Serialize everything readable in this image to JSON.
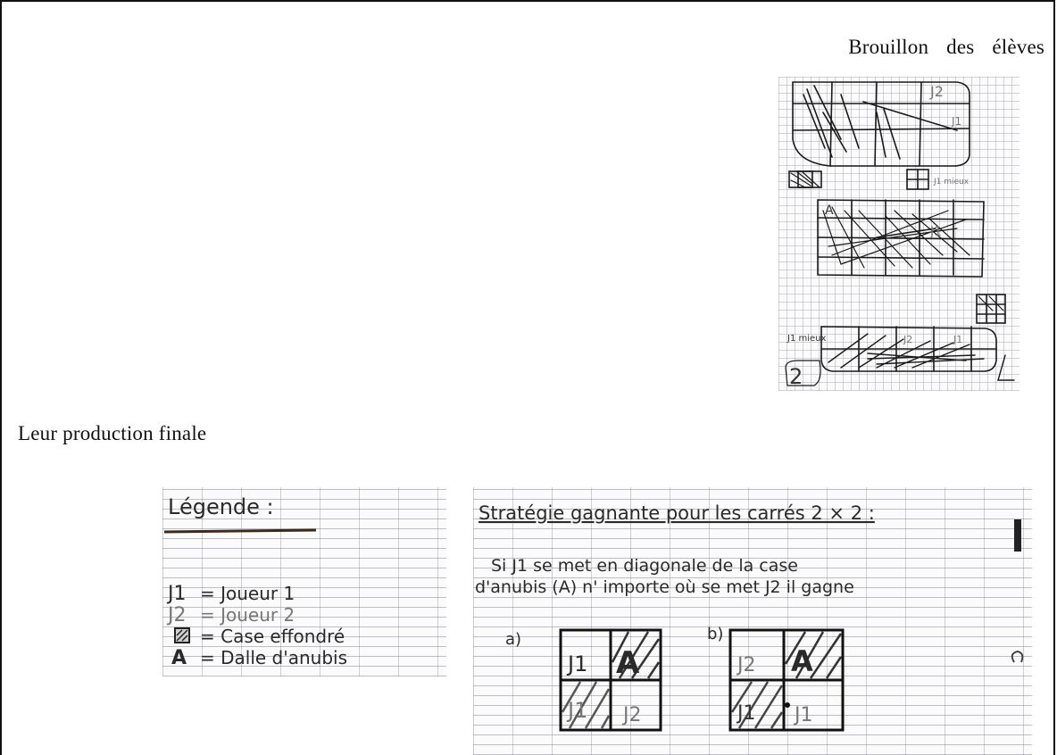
{
  "headings": {
    "brouillon": "Brouillon des élèves",
    "production": "Leur production finale"
  },
  "brouillon_sketch": {
    "labels": [
      "J2",
      "J1",
      "J1 mieux",
      "A",
      "J1",
      "J1 mieux",
      "J2",
      "J1",
      "2"
    ]
  },
  "legend": {
    "title": "Légende :",
    "entries": [
      {
        "symbol": "J1",
        "text": "= Joueur 1"
      },
      {
        "symbol": "J2",
        "text": "= Joueur 2"
      },
      {
        "symbol": "▨",
        "text": "= Case effondré"
      },
      {
        "symbol": "A",
        "text": "= Dalle d'anubis"
      }
    ]
  },
  "strategy": {
    "title": "Stratégie gagnante pour les carrés 2 × 2 :",
    "line1": "Si J1 se met en diagonale de la case",
    "line2": "d'anubis (A) n' importe où se met J2 il gagne",
    "diagram_a": {
      "label": "a)",
      "cells": [
        "J1",
        "A",
        "J1",
        "J2"
      ]
    },
    "diagram_b": {
      "label": "b)",
      "cells": [
        "J2",
        "A",
        "J1",
        "J1"
      ]
    }
  }
}
